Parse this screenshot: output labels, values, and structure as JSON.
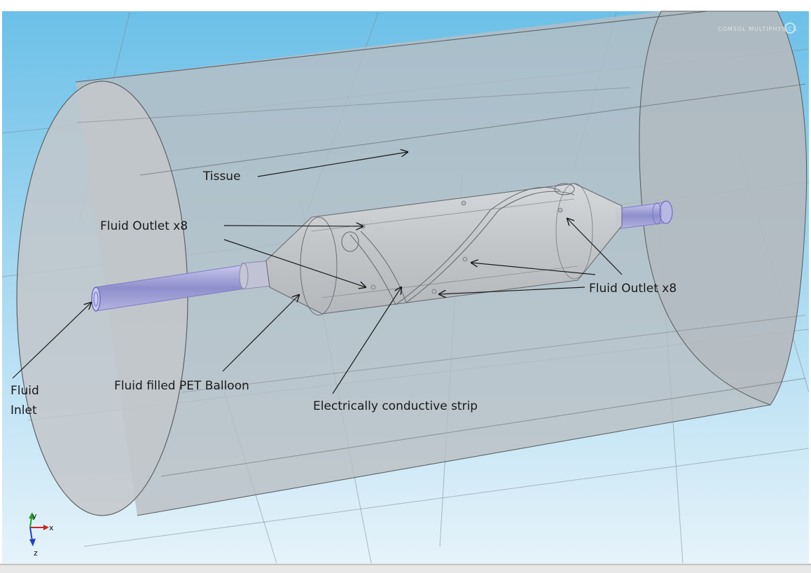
{
  "colors": {
    "background_top": "#6cc0e8",
    "background_bottom": "#e6f3fa",
    "tissue_fill": "#b9bec2",
    "tube_fill": "#9e9ed4",
    "balloon_fill": "#c4c6c8"
  },
  "labels": {
    "tissue": "Tissue",
    "fluid_outlet_left": "Fluid Outlet x8",
    "fluid_outlet_right": "Fluid Outlet x8",
    "fluid_inlet_line1": "Fluid",
    "fluid_inlet_line2": "Inlet",
    "balloon": "Fluid filled PET Balloon",
    "strip": "Electrically conductive strip"
  },
  "axes": {
    "x": "x",
    "y": "y",
    "z": "z"
  },
  "watermark": "COMSOL MULTIPHYSICS"
}
